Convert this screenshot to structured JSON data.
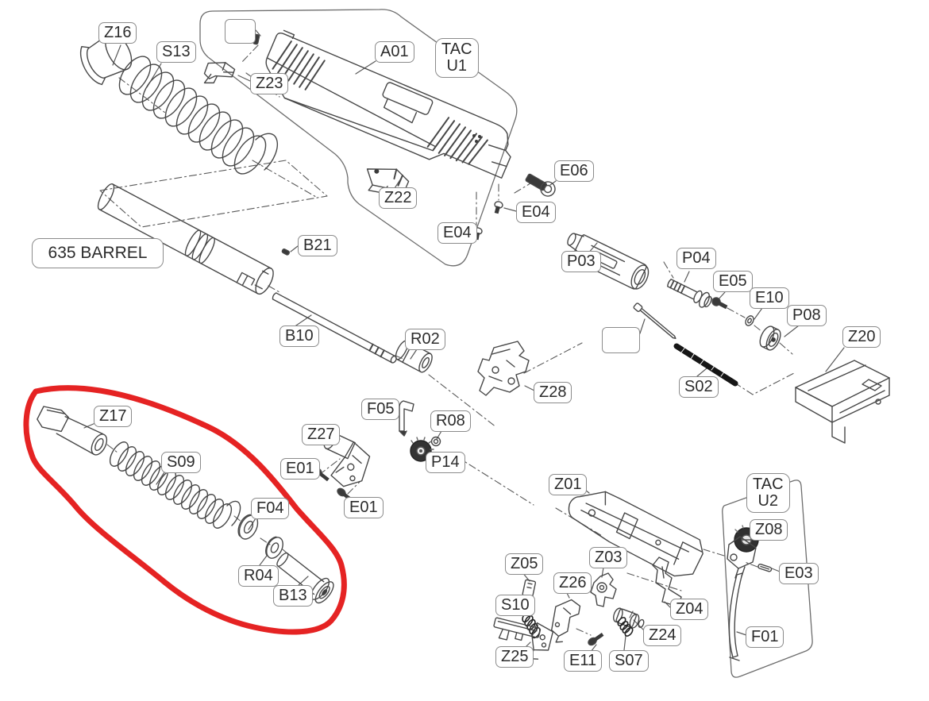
{
  "diagram": {
    "type": "exploded-parts-diagram",
    "barrel_label": "635 BARREL",
    "groups": {
      "tac_u1": {
        "line1": "TAC",
        "line2": "U1"
      },
      "tac_u2": {
        "line1": "TAC",
        "line2": "U2"
      }
    },
    "part_labels": {
      "z16": "Z16",
      "s13": "S13",
      "z23": "Z23",
      "a01": "A01",
      "z22": "Z22",
      "e06": "E06",
      "e04_right": "E04",
      "e04_left": "E04",
      "b21": "B21",
      "b10": "B10",
      "r02": "R02",
      "z28": "Z28",
      "p03": "P03",
      "p04": "P04",
      "e05": "E05",
      "e10": "E10",
      "p08": "P08",
      "z20": "Z20",
      "s02": "S02",
      "f05": "F05",
      "r08": "R08",
      "p14": "P14",
      "z27": "Z27",
      "e01_upper": "E01",
      "e01_lower": "E01",
      "z17": "Z17",
      "s09": "S09",
      "f04": "F04",
      "r04": "R04",
      "b13": "B13",
      "z01": "Z01",
      "z05": "Z05",
      "z26": "Z26",
      "z03": "Z03",
      "z04": "Z04",
      "s10": "S10",
      "z24": "Z24",
      "z25": "Z25",
      "e11": "E11",
      "s07": "S07",
      "z08": "Z08",
      "e03": "E03",
      "f01": "F01"
    },
    "annotation": {
      "shape": "hand-drawn-circle",
      "color": "#e31212",
      "encircled_parts": [
        "Z17",
        "S09",
        "F04",
        "R04",
        "B13"
      ]
    },
    "colors": {
      "line": "#454545",
      "label_border": "#8b8b8b",
      "background": "#ffffff"
    }
  }
}
